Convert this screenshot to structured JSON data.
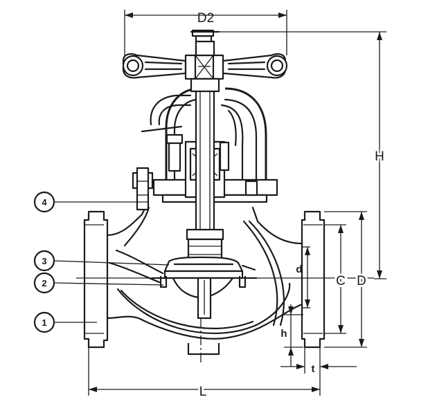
{
  "dimensions": {
    "D2": "D2",
    "H": "H",
    "C": "C",
    "D": "D",
    "d": "d",
    "h": "h",
    "t": "t",
    "L": "L"
  },
  "parts": [
    {
      "number": "1"
    },
    {
      "number": "2"
    },
    {
      "number": "3"
    },
    {
      "number": "4"
    }
  ]
}
